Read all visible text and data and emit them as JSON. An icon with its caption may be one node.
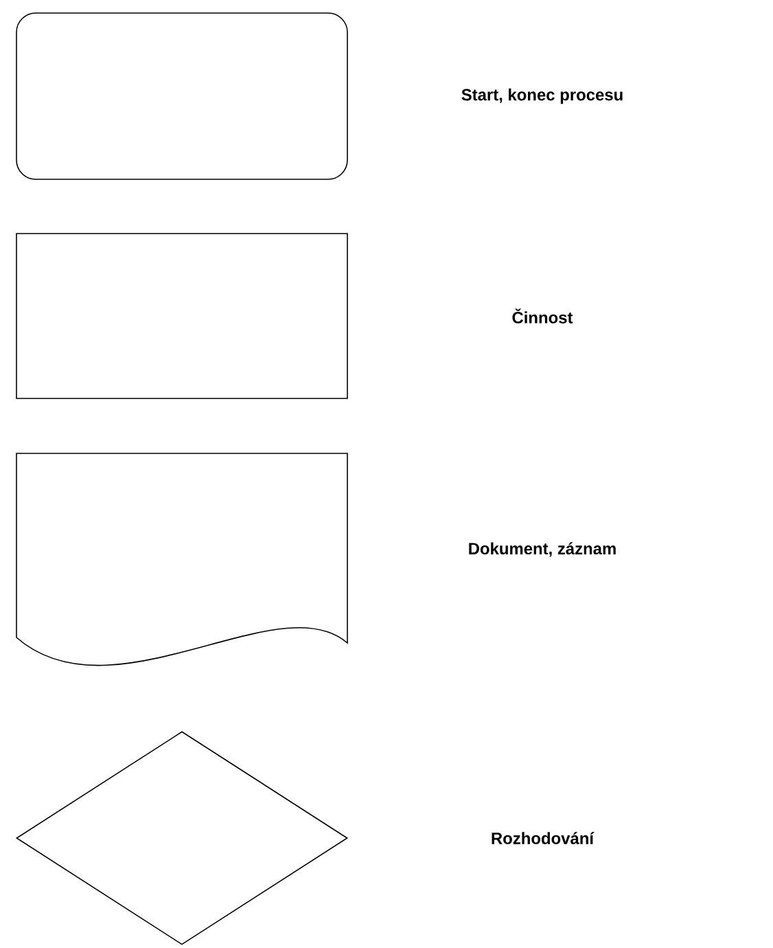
{
  "diagram": {
    "nodes": [
      {
        "text": [],
        "shape": "rounded-box"
      },
      {
        "text": [],
        "shape": "box"
      },
      {
        "text": [],
        "shape": "document"
      },
      {
        "text": [],
        "shape": "diamond"
      }
    ],
    "labels": [
      "Start, konec procesu",
      "Činnost",
      "Dokument, záznam",
      "Rozhodování"
    ]
  }
}
